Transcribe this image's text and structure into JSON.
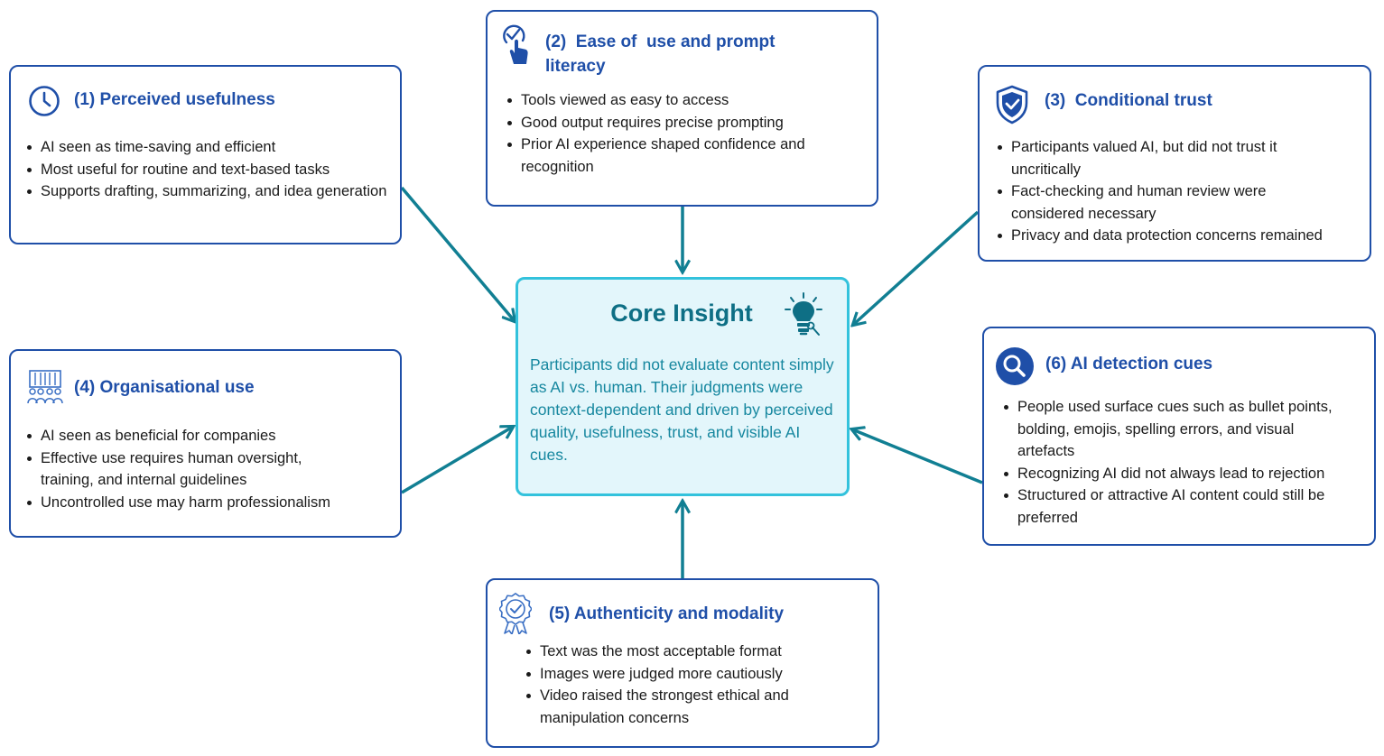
{
  "core": {
    "title": "Core Insight",
    "text": "Participants did not evaluate content simply as AI vs. human. Their judgments were context-dependent and driven by perceived quality, usefulness, trust, and visible AI cues.",
    "icon": "lightbulb-icon"
  },
  "themes": [
    {
      "number": "(1)",
      "title": "Perceived usefulness",
      "icon": "clock-icon",
      "bullets": [
        "AI seen as time-saving and efficient",
        "Most useful for routine and text-based tasks",
        "Supports drafting, summarizing, and idea generation"
      ]
    },
    {
      "number": "(2)",
      "title": "Ease of  use and prompt literacy",
      "icon": "touch-check-icon",
      "bullets": [
        "Tools viewed as easy to access",
        "Good output requires precise prompting",
        "Prior AI experience shaped confidence and recognition"
      ]
    },
    {
      "number": "(3)",
      "title": "Conditional trust",
      "icon": "shield-check-icon",
      "bullets": [
        "Participants valued AI, but did not trust it uncritically",
        "Fact-checking and human review were considered necessary",
        "Privacy and data protection concerns remained"
      ]
    },
    {
      "number": "(4)",
      "title": "Organisational use",
      "icon": "organisation-icon",
      "bullets": [
        "AI seen as beneficial for companies",
        "Effective use requires human oversight, training, and internal guidelines",
        "Uncontrolled use may harm professionalism"
      ]
    },
    {
      "number": "(5)",
      "title": "Authenticity and modality",
      "icon": "certificate-badge-icon",
      "bullets": [
        "Text was the most acceptable format",
        "Images were judged more cautiously",
        "Video raised the strongest ethical and manipulation concerns"
      ]
    },
    {
      "number": "(6)",
      "title": "AI detection cues",
      "icon": "magnifier-icon",
      "bullets": [
        "People used surface cues such as bullet points, bolding, emojis, spelling errors, and visual artefacts",
        "Recognizing AI did not always lead to rejection",
        "Structured or attractive AI content could still be preferred"
      ]
    }
  ],
  "colors": {
    "box_border": "#1f4fa8",
    "title_text": "#1f4fa8",
    "arrow": "#117f93",
    "core_border": "#33c2dc",
    "core_fill": "#e3f6fb",
    "core_title": "#0e6f85",
    "core_text": "#16879f"
  }
}
